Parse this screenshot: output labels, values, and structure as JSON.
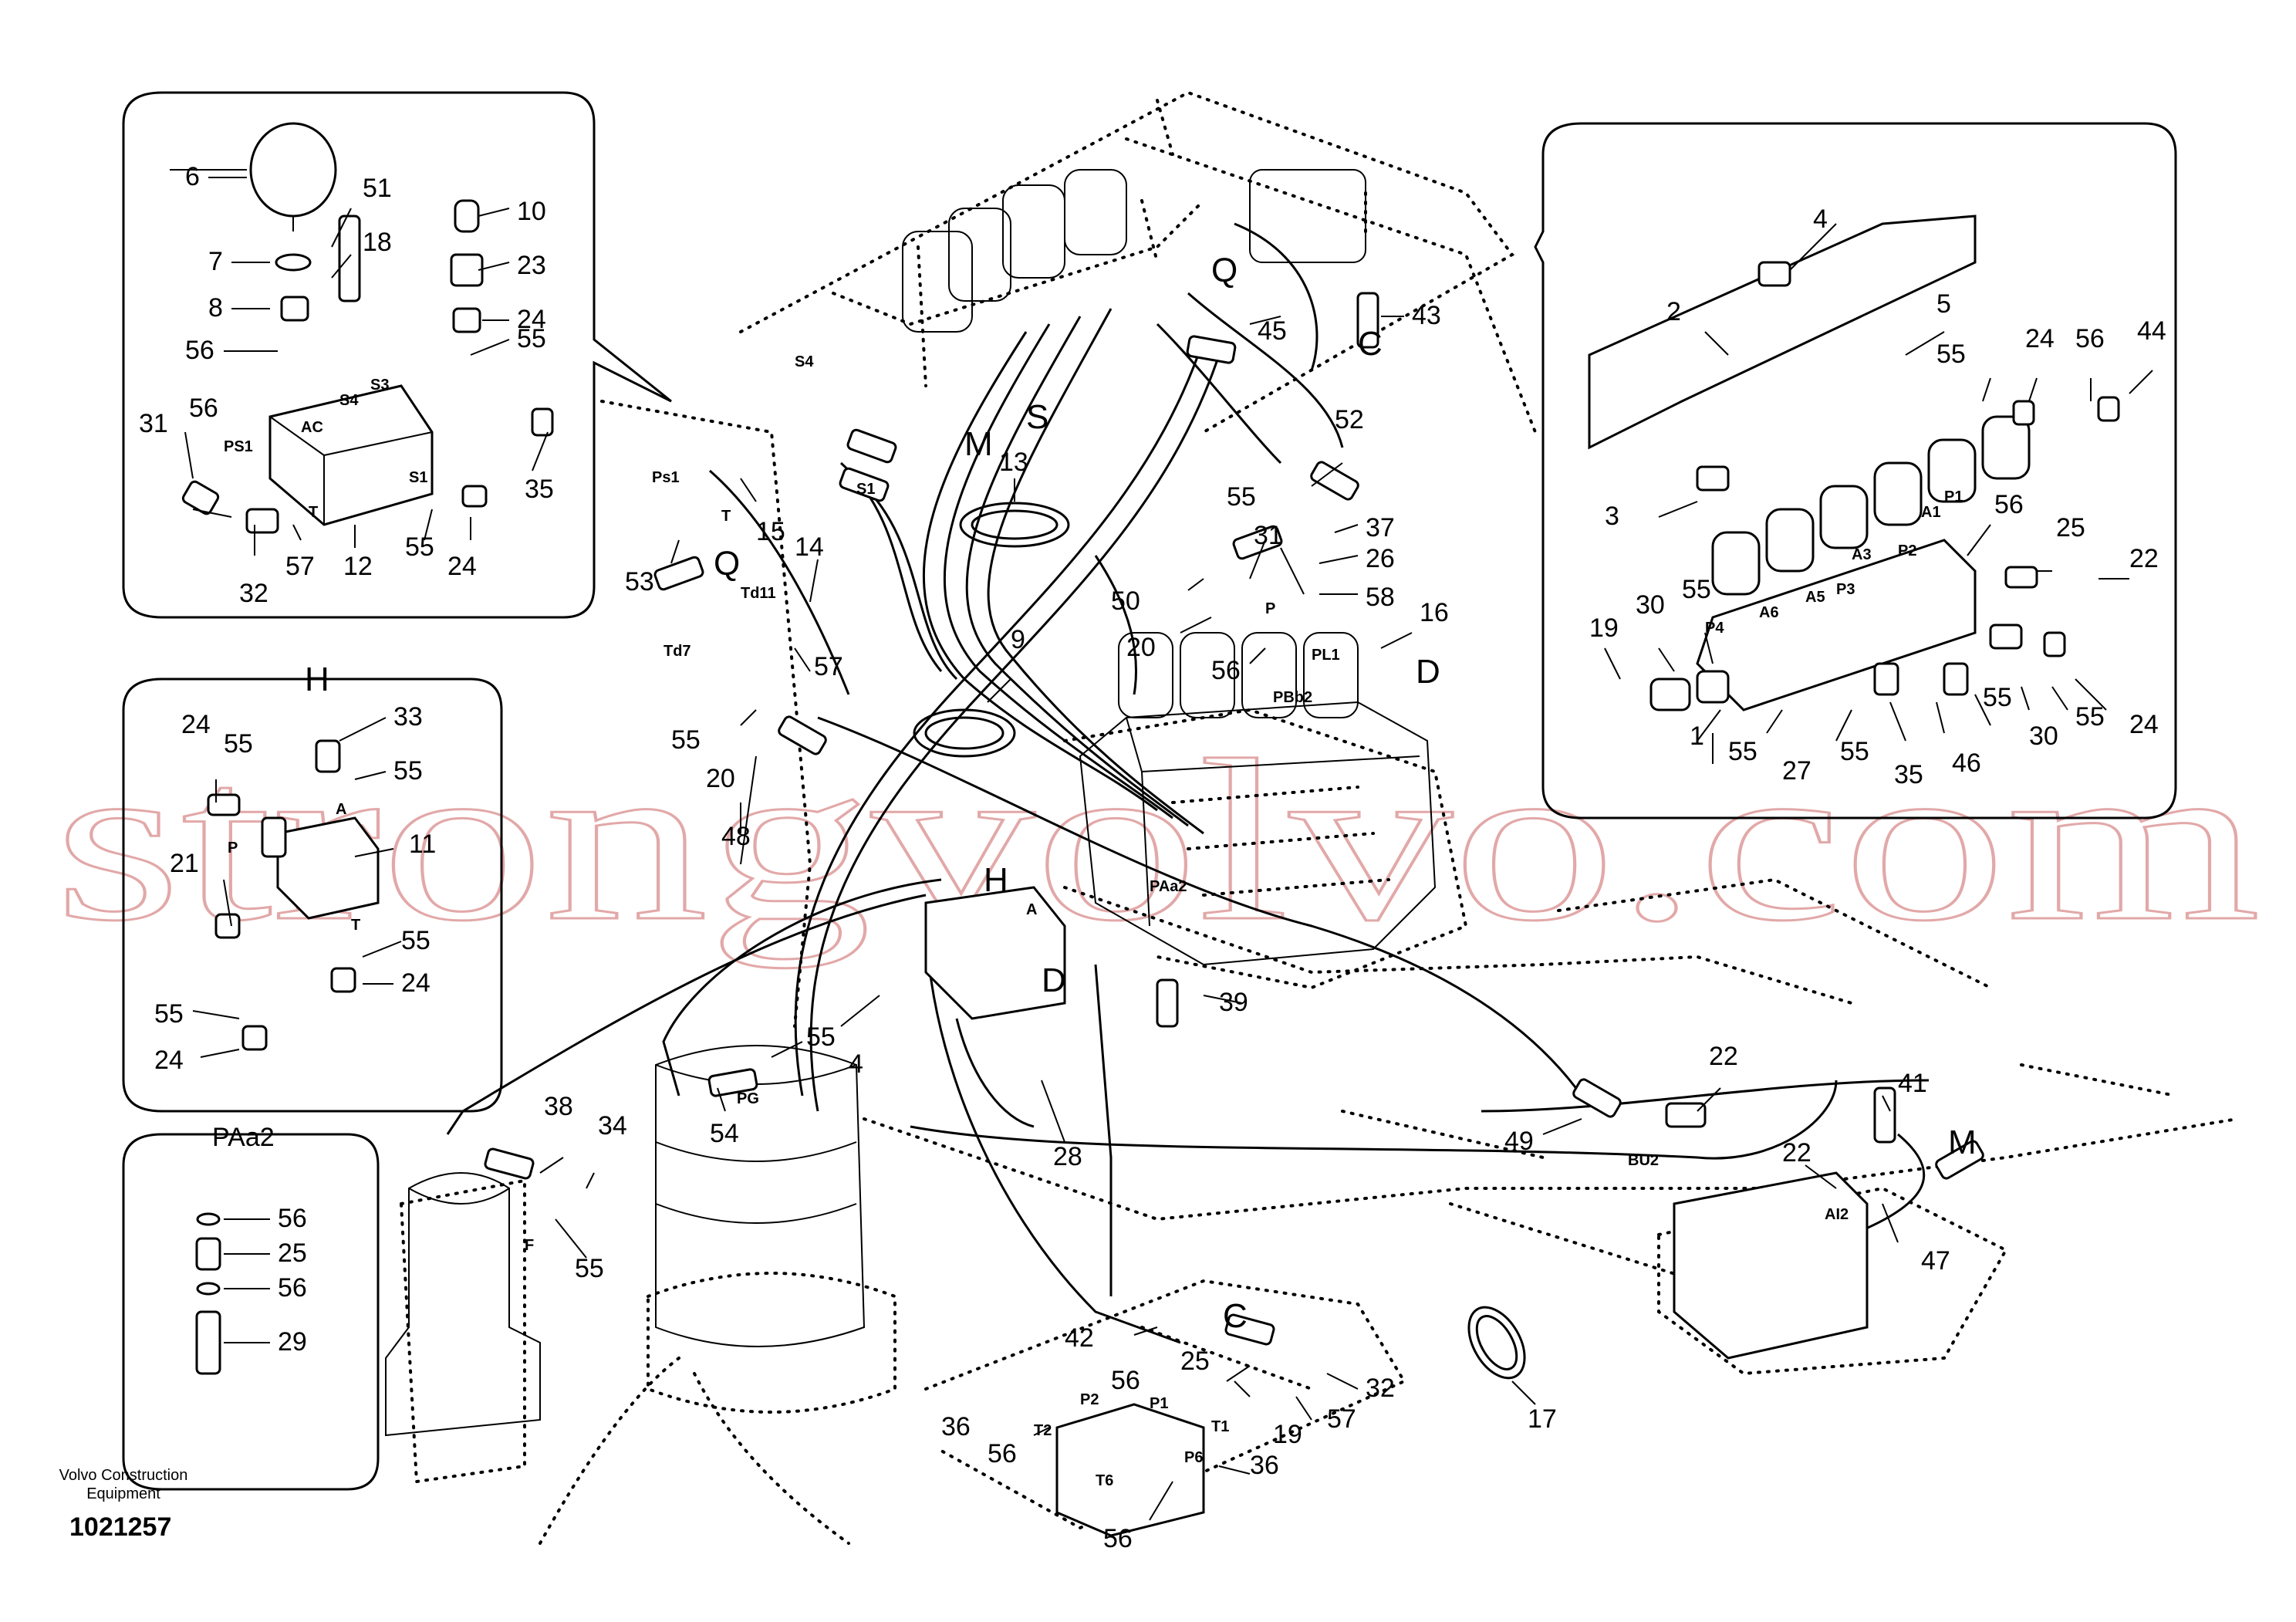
{
  "watermark": "strongvolvo.com",
  "footer": {
    "maker": "Volvo Construction",
    "maker_line2": "Equipment",
    "figure_number": "1021257"
  },
  "insets": {
    "h_title": "H",
    "paa2_title": "PAa2"
  },
  "ports": {
    "ac": "AC",
    "s4": "S4",
    "s3": "S3",
    "s1": "S1",
    "ps1": "PS1",
    "t": "T",
    "a": "A",
    "p": "P",
    "p4": "P4",
    "p3": "P3",
    "p2": "P2",
    "p1": "P1",
    "a1": "A1",
    "a3": "A3",
    "a5": "A5",
    "a6": "A6",
    "pl1": "PL1",
    "pbb2": "PBb2",
    "pg": "PG",
    "bu2": "BU2",
    "ai2": "AI2",
    "td7": "Td7",
    "td11": "Td11",
    "f": "F",
    "t1": "T1",
    "t2": "T2",
    "t6": "T6",
    "p6": "P6",
    "paa2": "PAa2",
    "p_small": "P",
    "ps1_b": "Ps1",
    "s4_b": "S4",
    "s1_b": "S1",
    "t_b": "T"
  },
  "letters": {
    "q1": "Q",
    "q2": "Q",
    "s": "S",
    "m1": "M",
    "m2": "M",
    "c1": "C",
    "c2": "C",
    "d1": "D",
    "d2": "D",
    "h": "H"
  },
  "callouts": {
    "n6": "6",
    "n51": "51",
    "n10": "10",
    "n18": "18",
    "n23": "23",
    "n7": "7",
    "n8": "8",
    "n24a": "24",
    "n56a": "56",
    "n55a": "55",
    "n31a": "31",
    "n56b": "56",
    "n35a": "35",
    "n12": "12",
    "n55b": "55",
    "n24b": "24",
    "n32a": "32",
    "n57a": "57",
    "n24c": "24",
    "n55c": "55",
    "n33": "33",
    "n55d": "55",
    "n21": "21",
    "n11": "11",
    "n55e": "55",
    "n24d": "24",
    "n55f": "55",
    "n24e": "24",
    "n56c": "56",
    "n25a": "25",
    "n56d": "56",
    "n29": "29",
    "n13": "13",
    "n15": "15",
    "n53": "53",
    "n14": "14",
    "n57b": "57",
    "n9": "9",
    "n55g": "55",
    "n20a": "20",
    "n48": "48",
    "n45": "45",
    "n43": "43",
    "n52": "52",
    "n55h": "55",
    "n31b": "31",
    "n37": "37",
    "n26": "26",
    "n58": "58",
    "n50": "50",
    "n20b": "20",
    "n56e": "56",
    "n16": "16",
    "n4a": "4",
    "n2": "2",
    "n5": "5",
    "n55i": "55",
    "n24f": "24",
    "n56f": "56",
    "n44": "44",
    "n3": "3",
    "n56g": "56",
    "n25b": "25",
    "n22a": "22",
    "n19a": "19",
    "n30a": "30",
    "n55j": "55",
    "n1": "1",
    "n55k": "55",
    "n27": "27",
    "n55l": "55",
    "n35b": "35",
    "n46": "46",
    "n55m": "55",
    "n30b": "30",
    "n55n": "55",
    "n24g": "24",
    "n39": "39",
    "n55o": "55",
    "n4b": "4",
    "n54": "54",
    "n28": "28",
    "n38": "38",
    "n34": "34",
    "n55p": "55",
    "n49": "49",
    "n22b": "22",
    "n41": "41",
    "n22c": "22",
    "n47": "47",
    "n42": "42",
    "n25c": "25",
    "n56h": "56",
    "n19b": "19",
    "n32b": "32",
    "n57c": "57",
    "n36a": "36",
    "n56i": "56",
    "n36b": "36",
    "n56j": "56",
    "n17": "17"
  }
}
